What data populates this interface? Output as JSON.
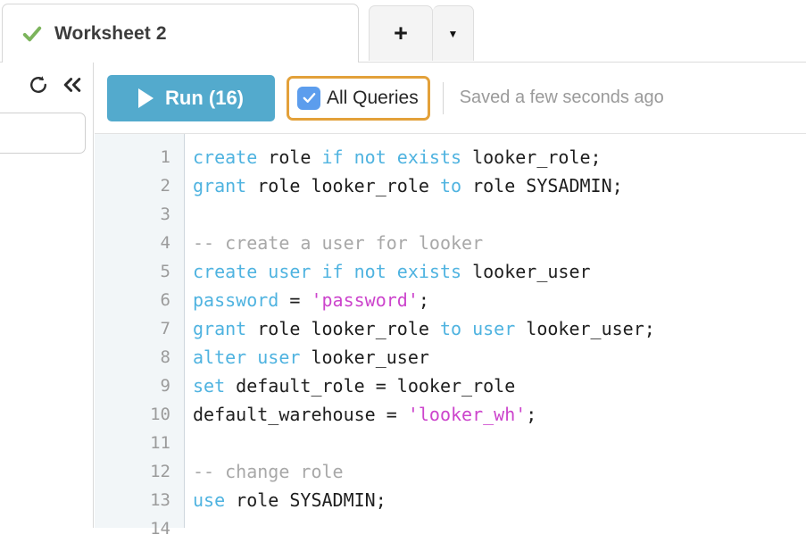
{
  "tabbar": {
    "status_icon": "check-icon",
    "tab_title": "Worksheet 2",
    "add_label": "+",
    "caret_label": "▼"
  },
  "sidebar": {
    "refresh_icon": "refresh-icon",
    "collapse_icon": "double-chevron-left-icon",
    "search_value": "",
    "search_placeholder": ""
  },
  "toolbar": {
    "run_label": "Run (16)",
    "run_icon": "play-icon",
    "run_color": "#53aacd",
    "all_queries_label": "All Queries",
    "all_queries_checked": true,
    "checkbox_color": "#5c9ded",
    "focus_ring_color": "#e3a13a",
    "saved_text": "Saved a few seconds ago"
  },
  "editor": {
    "line_numbers": [
      "1",
      "2",
      "3",
      "4",
      "5",
      "6",
      "7",
      "8",
      "9",
      "10",
      "11",
      "12",
      "13",
      "14"
    ],
    "lines": [
      [
        {
          "t": "create",
          "c": "kw"
        },
        {
          "t": " role ",
          "c": "pln"
        },
        {
          "t": "if not exists",
          "c": "kw"
        },
        {
          "t": " looker_role;",
          "c": "pln"
        }
      ],
      [
        {
          "t": "grant",
          "c": "kw"
        },
        {
          "t": " role looker_role ",
          "c": "pln"
        },
        {
          "t": "to",
          "c": "kw"
        },
        {
          "t": " role SYSADMIN;",
          "c": "pln"
        }
      ],
      [],
      [
        {
          "t": "-- create a user for looker",
          "c": "cmt"
        }
      ],
      [
        {
          "t": "create user if not exists",
          "c": "kw"
        },
        {
          "t": " looker_user",
          "c": "pln"
        }
      ],
      [
        {
          "t": "password",
          "c": "kw"
        },
        {
          "t": " = ",
          "c": "pln"
        },
        {
          "t": "'password'",
          "c": "str"
        },
        {
          "t": ";",
          "c": "pln"
        }
      ],
      [
        {
          "t": "grant",
          "c": "kw"
        },
        {
          "t": " role looker_role ",
          "c": "pln"
        },
        {
          "t": "to user",
          "c": "kw"
        },
        {
          "t": " looker_user;",
          "c": "pln"
        }
      ],
      [
        {
          "t": "alter user",
          "c": "kw"
        },
        {
          "t": " looker_user",
          "c": "pln"
        }
      ],
      [
        {
          "t": "set",
          "c": "kw"
        },
        {
          "t": " default_role = looker_role",
          "c": "pln"
        }
      ],
      [
        {
          "t": "default_warehouse = ",
          "c": "pln"
        },
        {
          "t": "'looker_wh'",
          "c": "str"
        },
        {
          "t": ";",
          "c": "pln"
        }
      ],
      [],
      [
        {
          "t": "-- change role",
          "c": "cmt"
        }
      ],
      [
        {
          "t": "use",
          "c": "kw"
        },
        {
          "t": " role SYSADMIN;",
          "c": "pln"
        }
      ],
      []
    ]
  }
}
